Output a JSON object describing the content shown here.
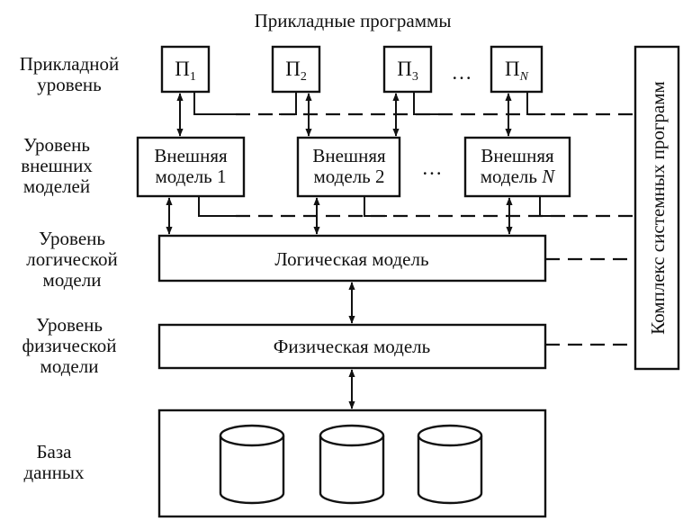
{
  "title": "Прикладные программы",
  "levels": {
    "application": [
      "Прикладной",
      "уровень"
    ],
    "external": [
      "Уровень",
      "внешних",
      "моделей"
    ],
    "logical": [
      "Уровень",
      "логической",
      "модели"
    ],
    "physical": [
      "Уровень",
      "физической",
      "модели"
    ],
    "database": [
      "База",
      "данных"
    ]
  },
  "programs": [
    {
      "base": "П",
      "sub": "1",
      "italic": false
    },
    {
      "base": "П",
      "sub": "2",
      "italic": false
    },
    {
      "base": "П",
      "sub": "3",
      "italic": false
    },
    {
      "base": "П",
      "sub": "N",
      "italic": true
    }
  ],
  "program_ellipsis": "…",
  "external_models": [
    {
      "line1": "Внешняя",
      "line2": "модель 1"
    },
    {
      "line1": "Внешняя",
      "line2": "модель 2"
    },
    {
      "line1": "Внешняя",
      "line2": "модель N"
    }
  ],
  "model_ellipsis": "…",
  "logical_model": "Логическая модель",
  "physical_model": "Физическая модель",
  "system_complex": "Комплекс системных программ",
  "database_cylinders": 3
}
